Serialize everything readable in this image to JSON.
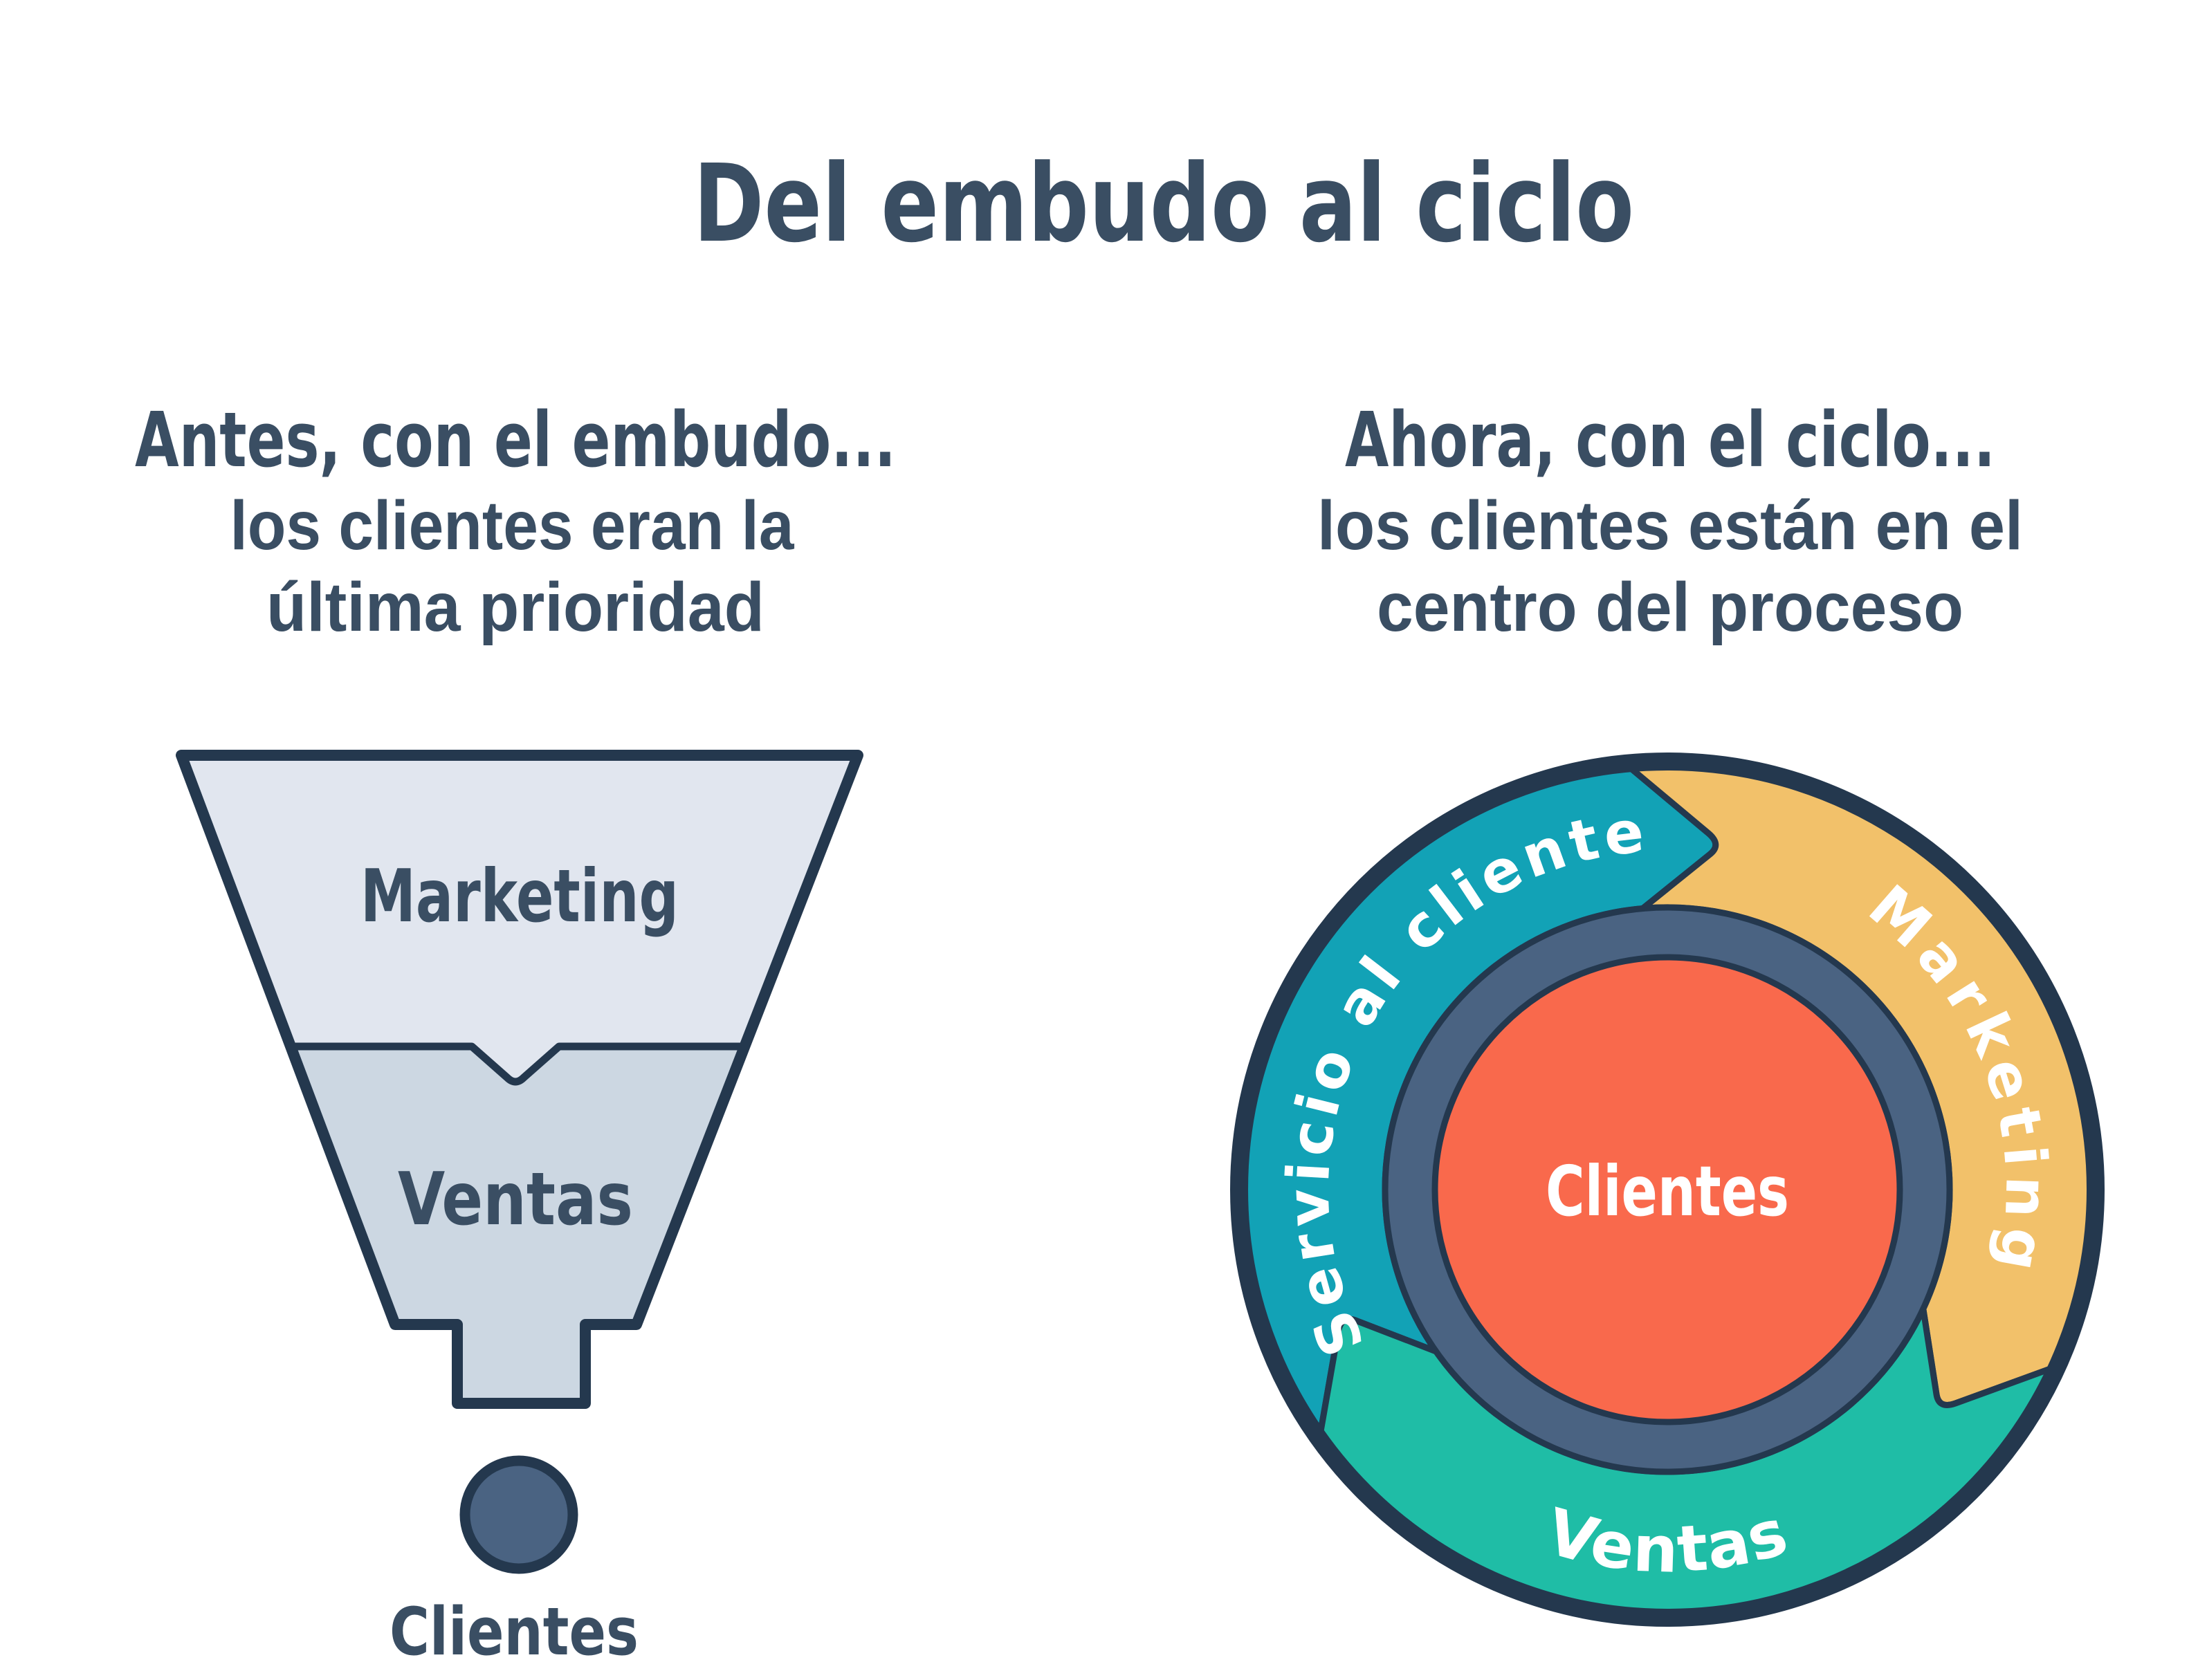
{
  "title": "Del embudo al ciclo",
  "left_panel": {
    "heading": "Antes, con el embudo...",
    "subheading_line1": "los clientes eran la",
    "subheading_line2": "última prioridad",
    "funnel": {
      "stage_marketing": "Marketing",
      "stage_ventas": "Ventas",
      "output_label": "Clientes"
    }
  },
  "right_panel": {
    "heading": "Ahora, con el ciclo...",
    "subheading_line1": "los clientes están en el",
    "subheading_line2": "centro del proceso",
    "flywheel": {
      "segment_servicio": "Servicio al cliente",
      "segment_marketing": "Marketing",
      "segment_ventas": "Ventas",
      "center_label": "Clientes"
    }
  },
  "colors": {
    "ink_text": "#3a4e63",
    "dark_outline": "#24384e",
    "funnel_top": "#e1e6ef",
    "funnel_bottom": "#ccd7e2",
    "slate_blue": "#4a6382",
    "teal_segment": "#12a2b6",
    "yellow_segment": "#f2c16a",
    "green_segment": "#1fbda6",
    "orange_center": "#f9694c",
    "label_white": "#ffffff",
    "background": "#ffffff"
  }
}
